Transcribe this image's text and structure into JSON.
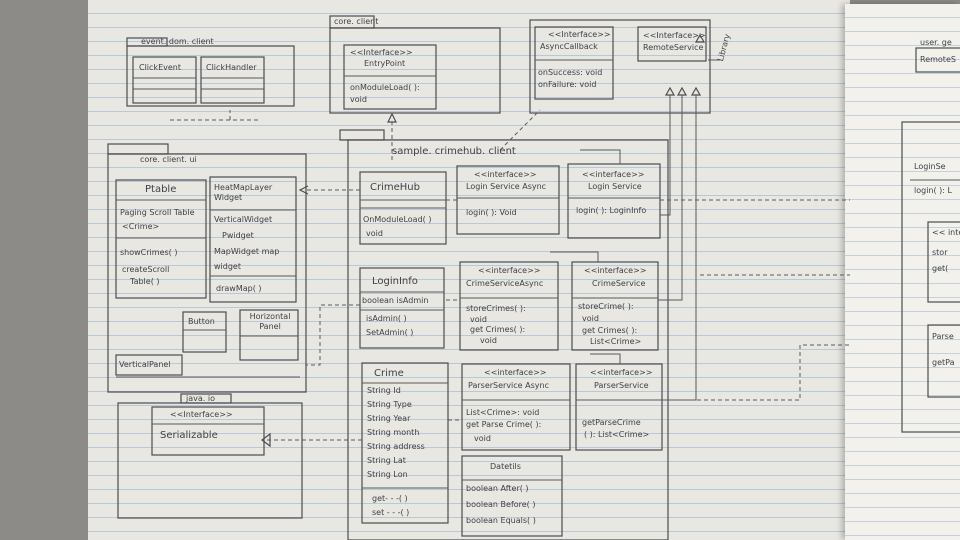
{
  "packages": {
    "event_dom": {
      "name": "event. dom. client",
      "classes": [
        "ClickEvent",
        "ClickHandler"
      ]
    },
    "core_client": {
      "name": "core. client",
      "entry": {
        "stereotype": "<<Interface>>",
        "name": "EntryPoint",
        "ops": [
          "onModuleLoad( ):",
          "void"
        ]
      }
    },
    "interfaces_top": {
      "async_callback": {
        "stereotype": "<<Interface>>",
        "name": "AsyncCallback",
        "ops": [
          "onSuccess: void",
          "onFailure: void"
        ]
      },
      "remote_service": {
        "stereotype": "<<Interface>>",
        "name": "RemoteService"
      }
    },
    "core_client_ui": {
      "name": "core. client. ui",
      "ptable": {
        "name": "Ptable",
        "lines": [
          "Paging Scroll Table",
          "<Crime>"
        ],
        "ops": [
          "showCrimes( )",
          "createScroll",
          "Table( )"
        ]
      },
      "heatmap": {
        "name": "HeatMapLayer Widget",
        "lines": [
          "VerticalWidget",
          "Pwidget",
          "MapWidget map",
          "widget"
        ],
        "ops": [
          "drawMap( )"
        ]
      },
      "button": "Button",
      "horizontal_panel": "Horizontal Panel",
      "vertical_panel": "VerticalPanel"
    },
    "java_io": {
      "name": "java. io",
      "stereotype": "<<Interface>>",
      "name2": "Serializable"
    },
    "sample": {
      "name": "sample. crimehub. client",
      "crimehub": {
        "name": "CrimeHub",
        "ops": [
          "OnModuleLoad( )",
          "void"
        ]
      },
      "logininfo": {
        "name": "LoginInfo",
        "attrs": [
          "boolean isAdmin"
        ],
        "ops": [
          "isAdmin( )",
          "SetAdmin( )"
        ]
      },
      "crime": {
        "name": "Crime",
        "attrs": [
          "String Id",
          "String Type",
          "String Year",
          "String month",
          "String address",
          "String Lat",
          "String Lon"
        ],
        "ops": [
          "get- - -( )",
          "set - - -( )"
        ]
      },
      "login_async": {
        "stereotype": "<<interface>>",
        "name": "Login Service Async",
        "ops": [
          "login( ): Void"
        ]
      },
      "login_service": {
        "stereotype": "<<interface>>",
        "name": "Login Service",
        "ops": [
          "login( ): LoginInfo"
        ]
      },
      "crime_async": {
        "stereotype": "<<interface>>",
        "name": "CrimeServiceAsync",
        "ops": [
          "storeCrimes( ):",
          "void",
          "get Crimes( ):",
          "void"
        ]
      },
      "crime_service": {
        "stereotype": "<<interface>>",
        "name": "CrimeService",
        "ops": [
          "storeCrime( ):",
          "void",
          "get Crimes( ):",
          "List<Crime>"
        ]
      },
      "parser_async": {
        "stereotype": "<<interface>>",
        "name": "ParserService Async",
        "ops": [
          "List<Crime>: void",
          "get Parse Crime( ):",
          "void"
        ]
      },
      "parser_service": {
        "stereotype": "<<interface>>",
        "name": "ParserService",
        "ops": [
          "getParseCrime",
          "( ): List<Crime>"
        ]
      },
      "datetils": {
        "name": "Datetils",
        "ops": [
          "boolean After( )",
          "boolean Before( )",
          "boolean Equals( )"
        ]
      }
    },
    "side_label": "Library"
  },
  "right_sheet": {
    "title": "user. ge",
    "box1": "RemoteS",
    "box2_lines": [
      "LoginSe",
      "login( ): L"
    ],
    "box3_lines": [
      "<< inte",
      "stor",
      "get("
    ],
    "box4_lines": [
      "Parse",
      "getPa"
    ]
  }
}
